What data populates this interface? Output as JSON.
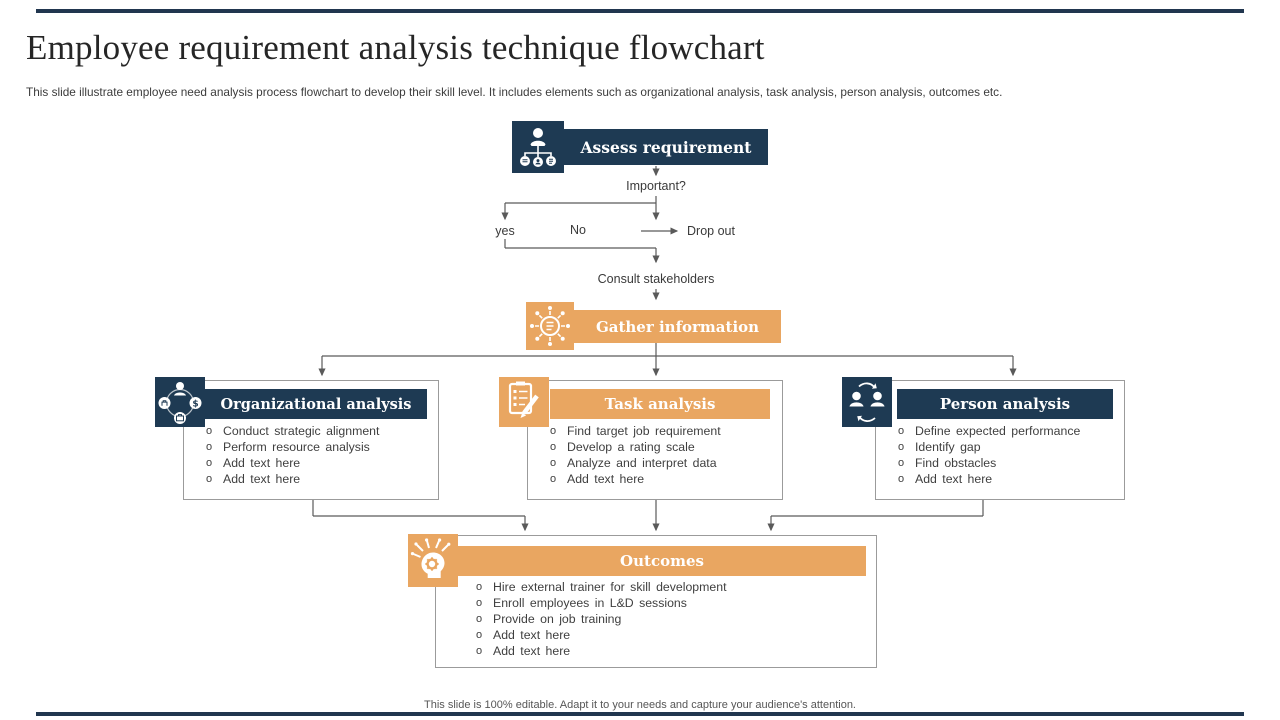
{
  "slide": {
    "title": "Employee requirement analysis technique flowchart",
    "subtitle": "This slide illustrate employee need analysis process flowchart to develop their skill level. It includes elements such as organizational analysis, task analysis, person analysis, outcomes etc.",
    "footer": "This slide is 100% editable. Adapt it to your needs and capture your audience's attention."
  },
  "colors": {
    "navy": "#1E3A53",
    "orange": "#E9A661",
    "connector_gray": "#5A5A5A",
    "box_border_gray": "#9B9B9B",
    "body_text": "#3F3F3F"
  },
  "flow": {
    "assess": {
      "label": "Assess requirement",
      "icon": "org-chart-icon"
    },
    "decision": {
      "question": "Important?",
      "yes_label": "yes",
      "no_label": "No",
      "dropout_label": "Drop out",
      "consult_label": "Consult stakeholders"
    },
    "gather": {
      "label": "Gather information",
      "icon": "network-hub-icon"
    },
    "branches": [
      {
        "label": "Organizational analysis",
        "theme": "navy",
        "icon": "org-cycle-icon",
        "bullets": [
          "Conduct strategic alignment",
          "Perform resource analysis",
          "Add text here",
          "Add text here"
        ]
      },
      {
        "label": "Task analysis",
        "theme": "orange",
        "icon": "checklist-pencil-icon",
        "bullets": [
          "Find target job requirement",
          "Develop a rating scale",
          "Analyze and interpret data",
          "Add text here"
        ]
      },
      {
        "label": "Person analysis",
        "theme": "navy",
        "icon": "people-exchange-icon",
        "bullets": [
          "Define expected performance",
          "Identify gap",
          "Find obstacles",
          "Add text here"
        ]
      }
    ],
    "outcomes": {
      "label": "Outcomes",
      "icon": "idea-head-icon",
      "bullets": [
        "Hire external trainer for skill development",
        "Enroll employees in L&D sessions",
        "Provide on job training",
        "Add text here",
        "Add text here"
      ]
    }
  }
}
